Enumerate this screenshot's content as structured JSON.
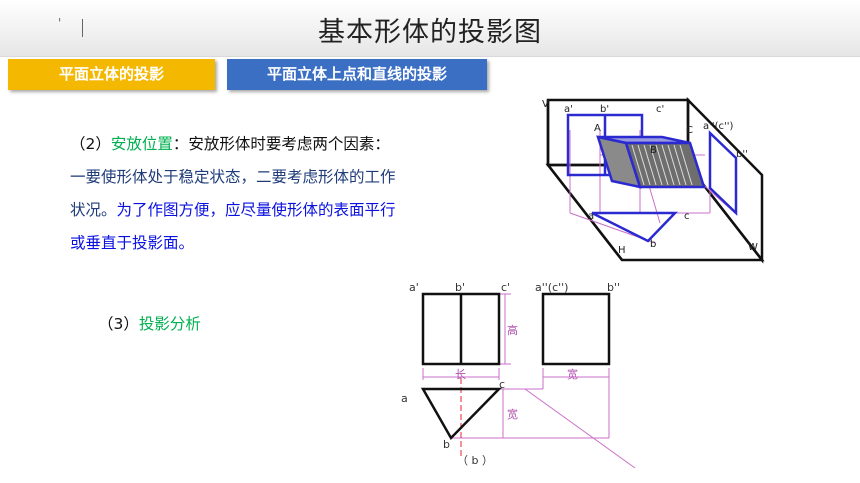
{
  "header": {
    "mark": "'",
    "title": "基本形体的投影图"
  },
  "tabs": [
    {
      "label": "平面立体的投影"
    },
    {
      "label": "平面立体上点和直线的投影"
    }
  ],
  "section2": {
    "number": "（2）",
    "heading": "安放位置",
    "colon": "：",
    "line1_tail": "安放形体时要考虑两个",
    "factors_label": "因素：",
    "text_part1": "一要使形体处于稳定状态，二要考虑形体的工作状况。",
    "text_part2": "为了作图方便，应尽量使形体的表面平行或垂直于投影面。"
  },
  "section3": {
    "number": "（3）",
    "heading": "投影分析"
  },
  "iso_diagram": {
    "labels": {
      "V": "V",
      "W": "W",
      "H": "H",
      "a_prime": "a'",
      "b_prime": "b'",
      "c_prime": "c'",
      "a_dprime_c": "a''(c'')",
      "b_dprime": "b''",
      "A": "A",
      "B": "B",
      "C": "C",
      "a": "a",
      "b": "b",
      "c": "c"
    }
  },
  "ortho_diagram": {
    "labels": {
      "a_prime": "a'",
      "b_prime": "b'",
      "c_prime": "c'",
      "a_dprime_c": "a''(c'')",
      "b_dprime": "b''",
      "a": "a",
      "b": "b",
      "c": "c",
      "height": "高",
      "length": "长",
      "width_1": "宽",
      "width_2": "宽",
      "caption": "（ b ）"
    }
  },
  "colors": {
    "tab1": "#f5b800",
    "tab2": "#3a6fc4",
    "heading_green": "#00b050",
    "projection_blue": "#2a2ad0",
    "construction_pink": "#c86fc8"
  }
}
